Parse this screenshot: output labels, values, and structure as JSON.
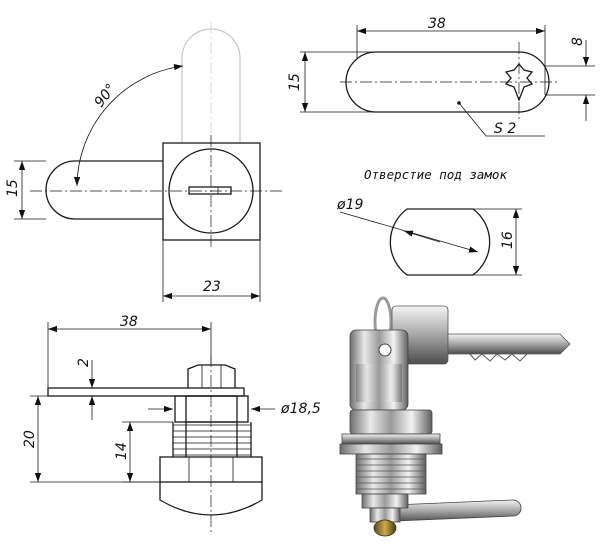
{
  "labels": {
    "top_length": "38",
    "top_thickness": "8",
    "top_width": "15",
    "material": "S 2",
    "hole_caption": "Отверстие под замок",
    "hole_diameter": "ø19",
    "hole_flat": "16",
    "angle": "90°",
    "left_width": "15",
    "body_width": "23",
    "side_length": "38",
    "side_thickness": "2",
    "side_height": "20",
    "thread_length": "14",
    "thread_diameter": "ø18,5"
  },
  "photo": {
    "icon": "cam-lock-with-keys-photo"
  }
}
